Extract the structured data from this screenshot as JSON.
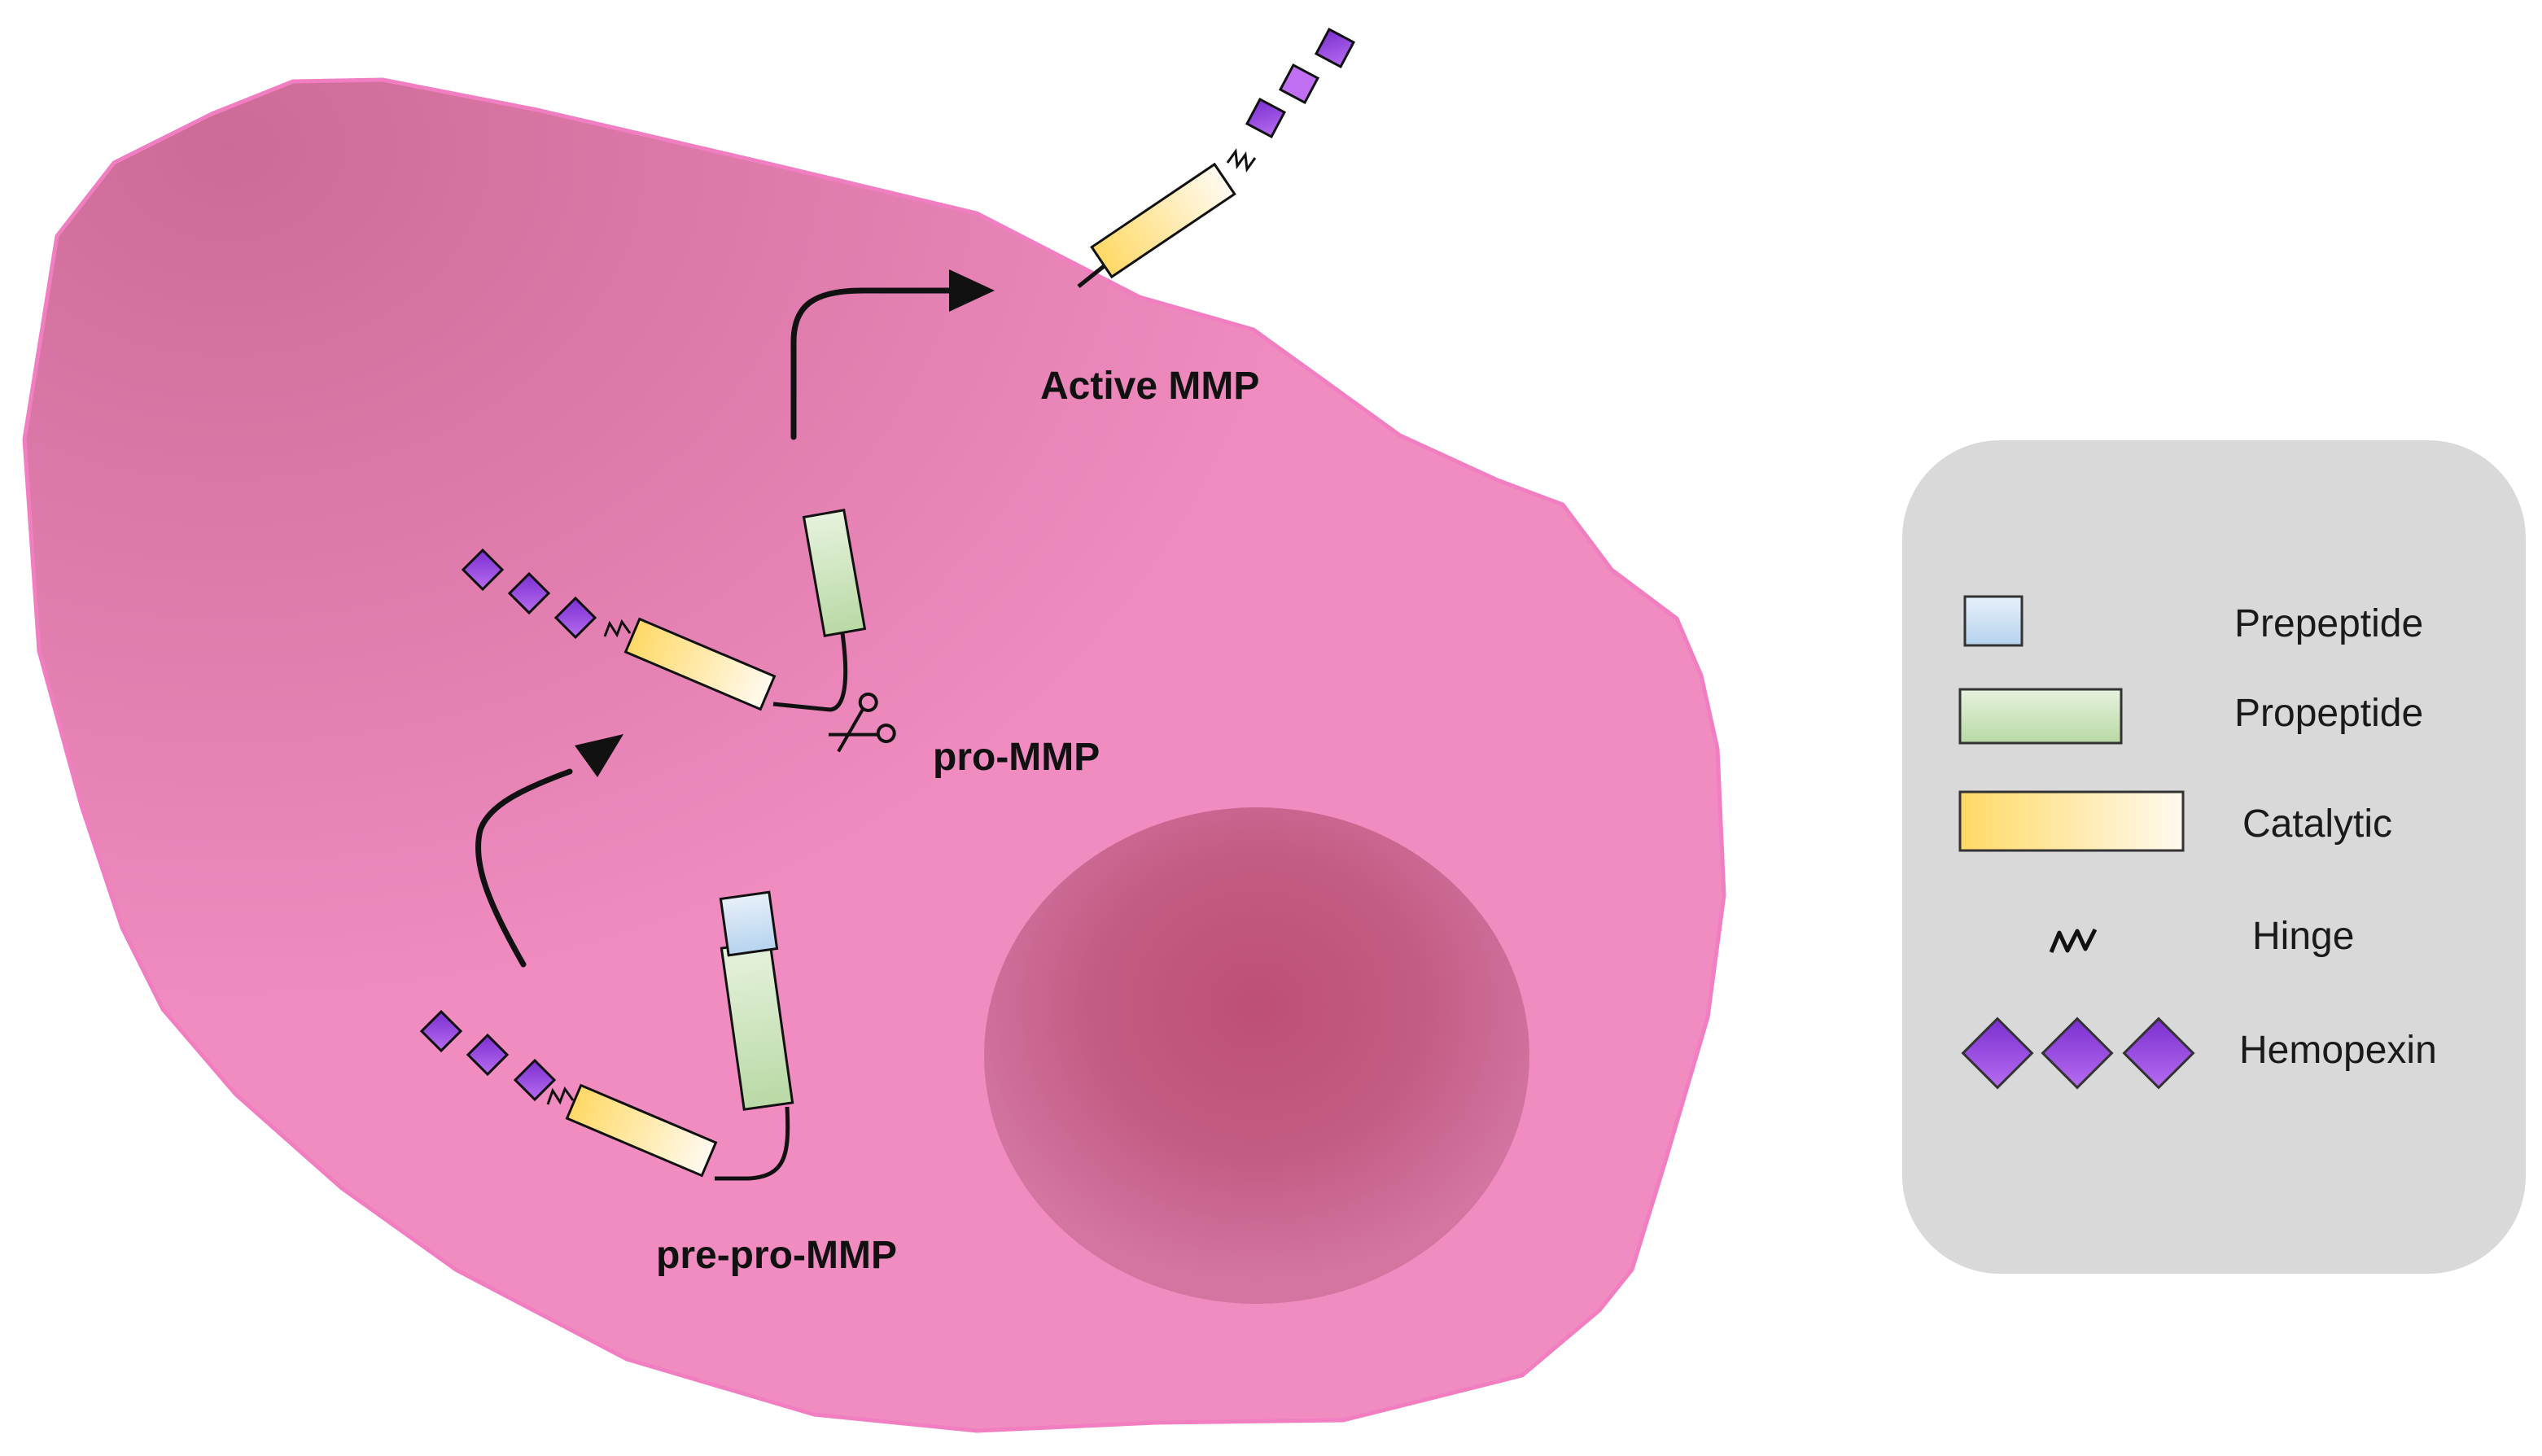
{
  "labels": {
    "active": "Active MMP",
    "pro": "pro-MMP",
    "prepro": "pre-pro-MMP"
  },
  "legend": {
    "prepeptide": "Prepeptide",
    "propeptide": "Propeptide",
    "catalytic": "Catalytic",
    "hinge": "Hinge",
    "hemopexin": "Hemopexin"
  },
  "colors": {
    "cell_fill": "#f08cc0",
    "cell_outline": "#f07ec0",
    "nucleus": "#c2577e",
    "prepeptide": "#cfe2f3",
    "propeptide": "#c6e0b4",
    "catalytic": "#ffd966",
    "hemopexin": "#9d4fe0",
    "legend_bg": "#d9d9d9"
  },
  "icons": [
    "scissors-icon",
    "hinge-icon",
    "arrow-icon"
  ]
}
